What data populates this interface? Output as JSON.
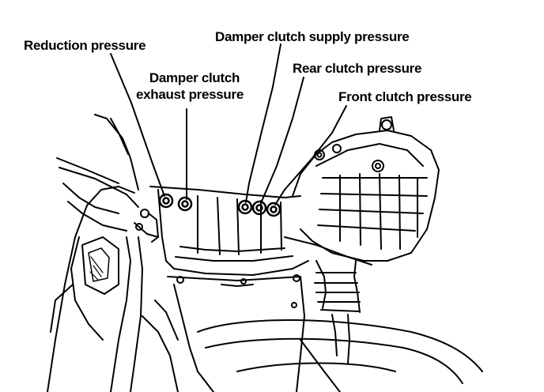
{
  "callouts": {
    "reduction": "Reduction pressure",
    "damper_supply": "Damper clutch supply pressure",
    "damper_exhaust_line1": "Damper clutch",
    "damper_exhaust_line2": "exhaust pressure",
    "rear_clutch": "Rear clutch pressure",
    "front_clutch": "Front clutch pressure"
  },
  "colors": {
    "ink": "#000000",
    "paper": "#ffffff"
  }
}
